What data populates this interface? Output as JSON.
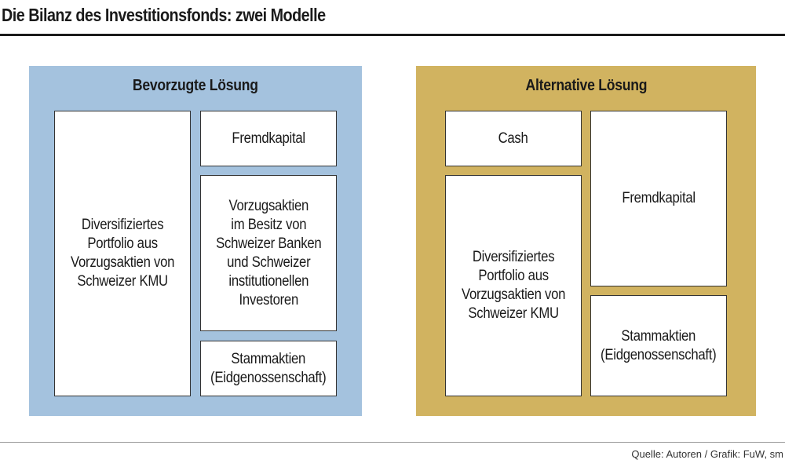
{
  "title": "Die Bilanz des Investitionsfonds: zwei Modelle",
  "colors": {
    "left_panel": "#a4c2de",
    "right_panel": "#d1b360"
  },
  "left": {
    "title": "Bevorzugte Lösung",
    "asset": "Diversifiziertes\nPortfolio aus\nVorzugsaktien von\nSchweizer KMU",
    "liability_top": "Fremdkapital",
    "liability_middle": "Vorzugsaktien\nim Besitz von\nSchweizer Banken\nund Schweizer\ninstitutionellen\nInvestoren",
    "liability_bottom": "Stammaktien\n(Eidgenossenschaft)"
  },
  "right": {
    "title": "Alternative Lösung",
    "asset_top": "Cash",
    "asset_bottom": "Diversifiziertes\nPortfolio aus\nVorzugsaktien von\nSchweizer KMU",
    "liability_top": "Fremdkapital",
    "liability_bottom": "Stammaktien\n(Eidgenossenschaft)"
  },
  "source": "Quelle: Autoren / Grafik: FuW, sm"
}
